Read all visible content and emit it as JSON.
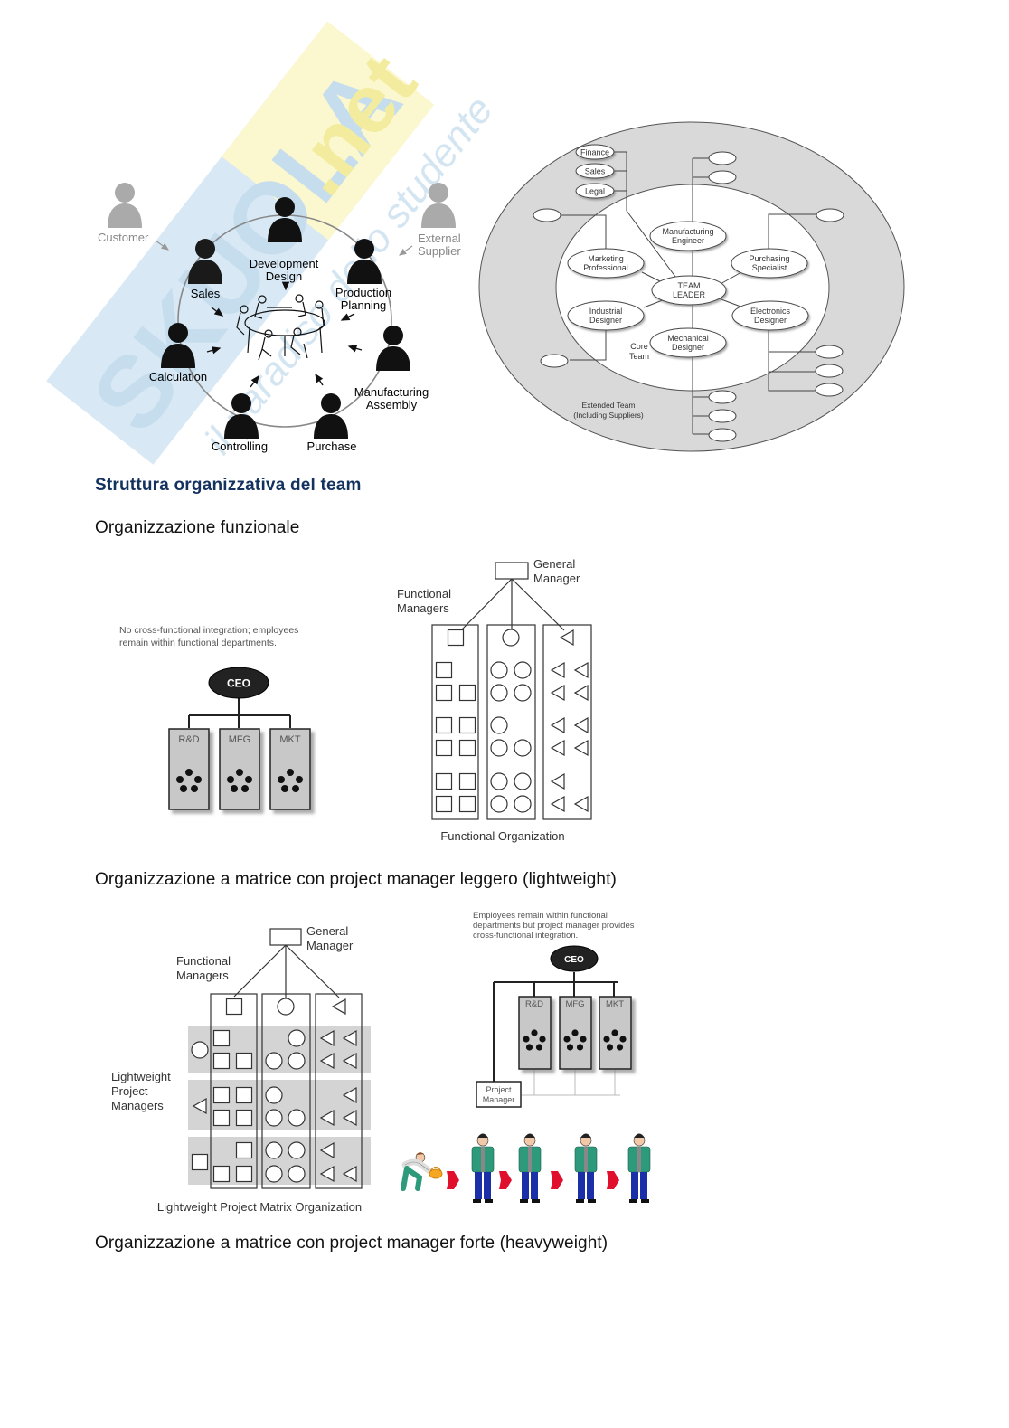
{
  "watermark": {
    "brand": "SKUOLA",
    "brand_suffix": ".net",
    "tagline": "il paradiso dello studente",
    "colors": {
      "blue": "#cfe3f3",
      "yellow": "#fbf6c2"
    }
  },
  "team_circle_diagram": {
    "external": [
      {
        "label": "Customer"
      },
      {
        "label_line1": "External",
        "label_line2": "Supplier"
      }
    ],
    "roles": [
      {
        "label_line1": "Development",
        "label_line2": "Design"
      },
      {
        "label_line1": "Production",
        "label_line2": "Planning"
      },
      {
        "label_line1": "Manufacturing",
        "label_line2": "Assembly"
      },
      {
        "label": "Purchase"
      },
      {
        "label": "Controlling"
      },
      {
        "label": "Calculation"
      },
      {
        "label": "Sales"
      }
    ],
    "center_illustration": "team-meeting-round-table"
  },
  "core_team_diagram": {
    "center": {
      "line1": "TEAM",
      "line2": "LEADER"
    },
    "core_members": [
      {
        "line1": "Manufacturing",
        "line2": "Engineer"
      },
      {
        "line1": "Marketing",
        "line2": "Professional"
      },
      {
        "line1": "Purchasing",
        "line2": "Specialist"
      },
      {
        "line1": "Industrial",
        "line2": "Designer"
      },
      {
        "line1": "Electronics",
        "line2": "Designer"
      },
      {
        "line1": "Mechanical",
        "line2": "Designer"
      }
    ],
    "extended_labeled": [
      "Finance",
      "Sales",
      "Legal"
    ],
    "core_label": {
      "line1": "Core",
      "line2": "Team"
    },
    "extended_label": {
      "line1": "Extended Team",
      "line2": "(Including Suppliers)"
    }
  },
  "sections": {
    "title": "Struttura organizzativa del team",
    "functional": "Organizzazione funzionale",
    "lightweight": "Organizzazione a matrice con project manager leggero (lightweight)",
    "heavyweight": "Organizzazione a matrice con project manager forte (heavyweight)"
  },
  "functional_ceo_diagram": {
    "caption_line1": "No cross-functional integration; employees",
    "caption_line2": "remain within functional departments.",
    "ceo": "CEO",
    "departments": [
      "R&D",
      "MFG",
      "MKT"
    ]
  },
  "functional_org_diagram": {
    "general_manager_line1": "General",
    "general_manager_line2": "Manager",
    "functional_managers_line1": "Functional",
    "functional_managers_line2": "Managers",
    "caption": "Functional Organization"
  },
  "lightweight_matrix_diagram": {
    "general_manager_line1": "General",
    "general_manager_line2": "Manager",
    "functional_managers_line1": "Functional",
    "functional_managers_line2": "Managers",
    "project_managers_line1": "Lightweight",
    "project_managers_line2": "Project",
    "project_managers_line3": "Managers",
    "caption": "Lightweight Project Matrix Organization"
  },
  "lightweight_ceo_diagram": {
    "caption_line1": "Employees remain within functional",
    "caption_line2": "departments but project manager provides",
    "caption_line3": "cross-functional integration.",
    "ceo": "CEO",
    "departments": [
      "R&D",
      "MFG",
      "MKT"
    ],
    "project_manager_line1": "Project",
    "project_manager_line2": "Manager"
  },
  "relay_illustration": {
    "workers": 4,
    "arrows": 4,
    "colors": {
      "shirt": "#2e9a7c",
      "pants": "#1a2fa8",
      "arrow": "#e0102c",
      "basket": "#f5a623"
    }
  }
}
